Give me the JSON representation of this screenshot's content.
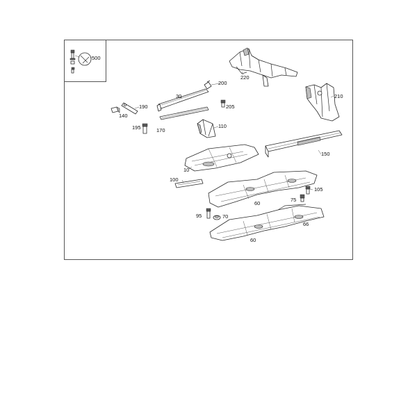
{
  "labels": {
    "p500": "500",
    "p220": "220",
    "p200": "200",
    "p30": "30",
    "p205": "205",
    "p190": "190",
    "p140": "140",
    "p170": "170",
    "p195": "195",
    "p110": "110",
    "p210": "210",
    "p150": "150",
    "p10": "10",
    "p100": "100",
    "p105": "105",
    "p75": "75",
    "p60a": "60",
    "p95": "95",
    "p70": "70",
    "p66": "66",
    "p60b": "60"
  }
}
